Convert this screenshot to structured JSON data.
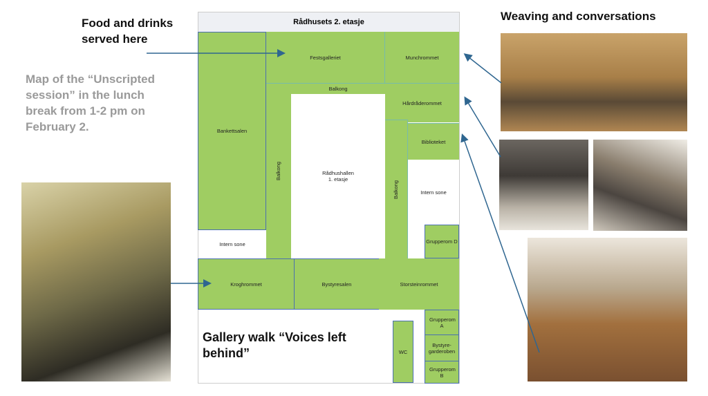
{
  "captions": {
    "food": "Food and drinks served here",
    "weaving": "Weaving and conversations",
    "map_note": "Map of the “Unscripted session” in the lunch break from 1-2 pm on February 2.",
    "gallery": "Gallery walk “Voices left behind”"
  },
  "map": {
    "title": "Rådhusets 2. etasje",
    "rooms": {
      "bankettsalen": "Bankettsalen",
      "festsgalleriet": "Festsgalleriet",
      "munchrommet": "Munchrommet",
      "balkong_top": "Balkong",
      "balkong_left": "Balkong",
      "balkong_right": "Balkong",
      "radhushallen": "Rådhushallen",
      "radhushallen_sub": "1. etasje",
      "hardraderommet": "Hårdråderommet",
      "biblioteket": "Biblioteket",
      "intern_right": "Intern sone",
      "intern_left": "Intern sone",
      "grupperom_d": "Grupperom D",
      "kroghrommet": "Kroghrommet",
      "bystyresalen": "Bystyresalen",
      "storsteinrommet": "Storsteinrommet",
      "wc": "WC",
      "grupperom_a": "Grupperom A",
      "bystyregarderoben": "Bystyre-garderoben",
      "grupperom_b": "Grupperom B"
    }
  },
  "colors": {
    "room": "#9fcd62",
    "arrow": "#2f6690",
    "note": "#9a9a9a"
  }
}
